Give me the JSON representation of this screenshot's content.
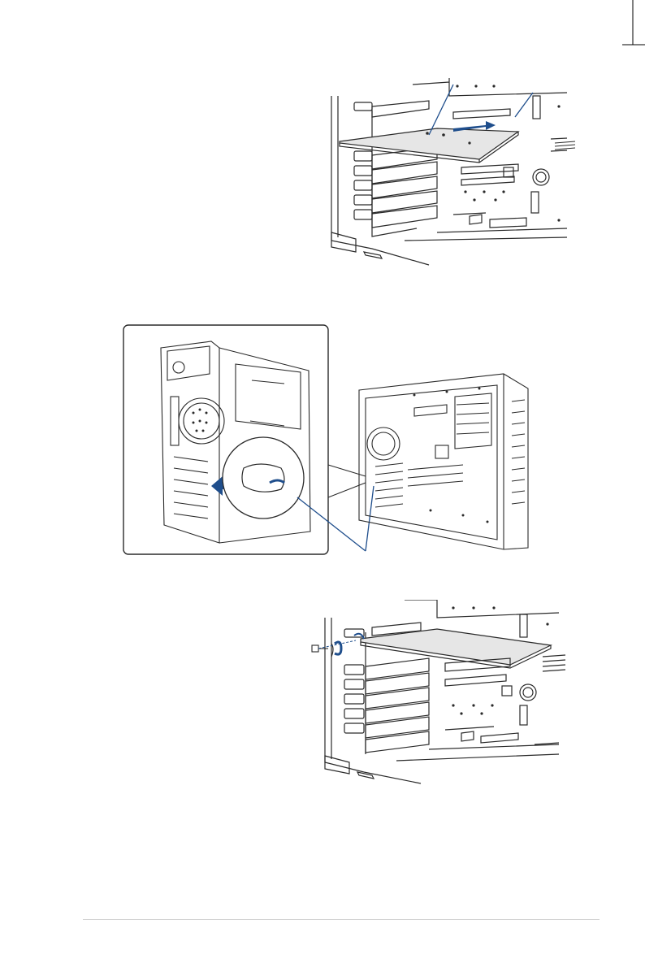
{
  "page": {
    "figures": [
      {
        "id": "fig-install-card",
        "description_icon": "expansion-card-insert-icon"
      },
      {
        "id": "fig-chassis-overview",
        "description_icon": "chassis-latch-detail-icon"
      },
      {
        "id": "fig-secure-bracket",
        "description_icon": "bracket-screw-icon"
      }
    ]
  },
  "colors": {
    "line": "#2a2a2a",
    "accent_blue": "#1f4e8c",
    "card_fill": "#e6e6e6",
    "frame": "#333333"
  }
}
